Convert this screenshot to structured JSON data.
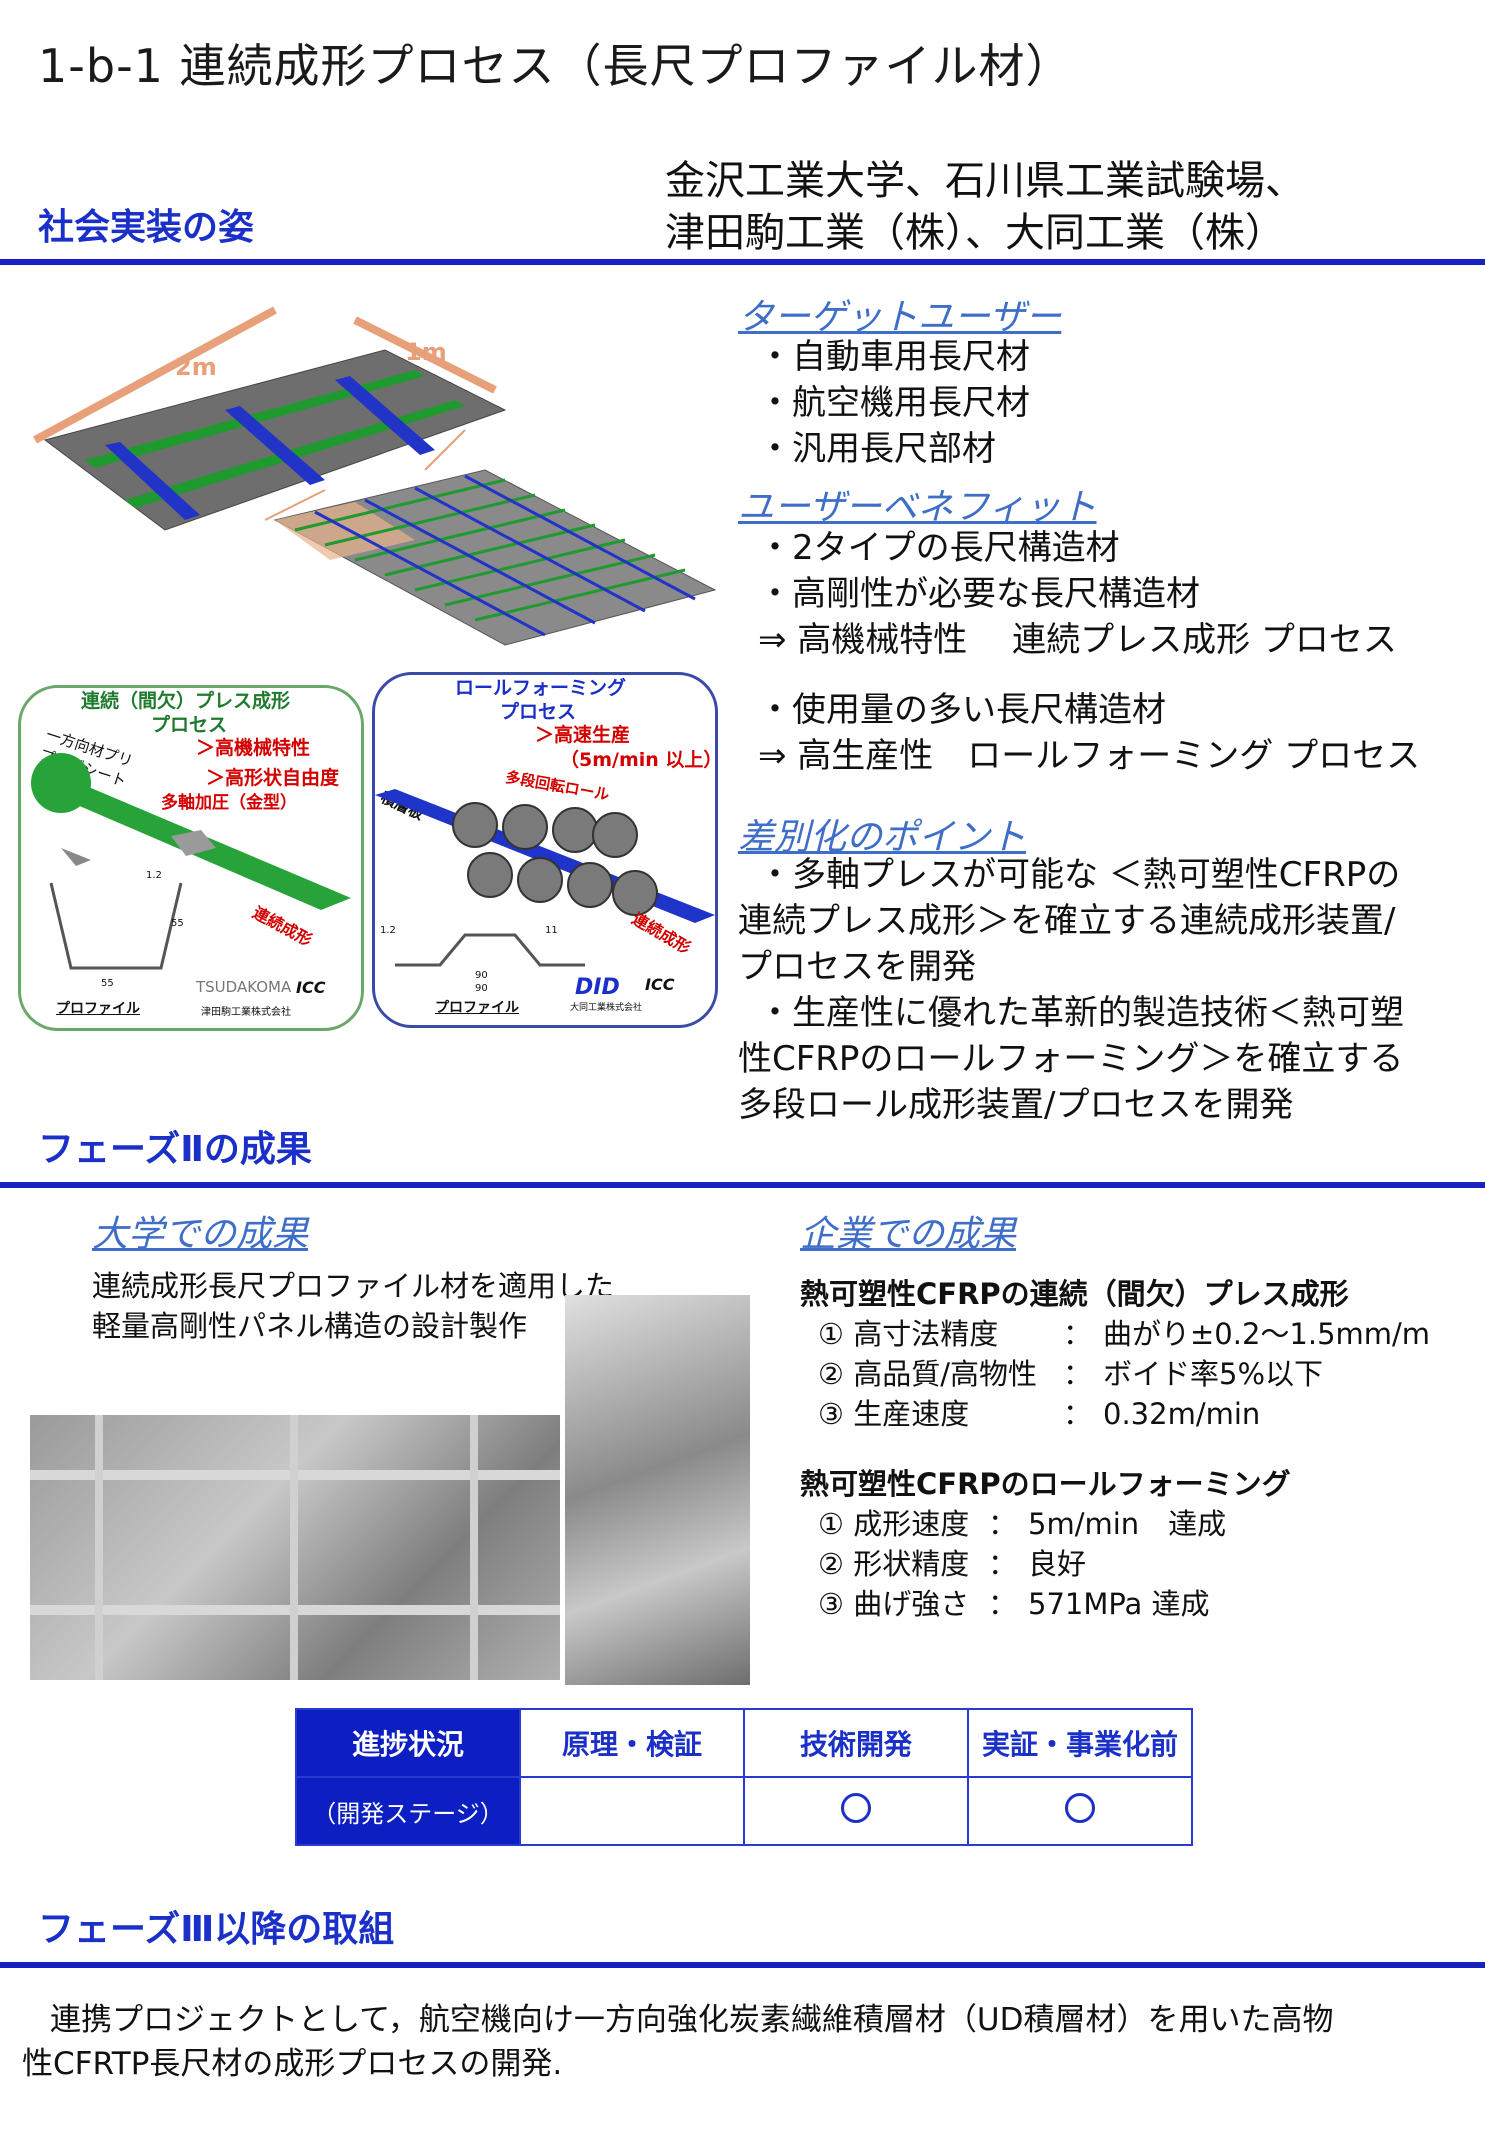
{
  "title": "1-b-1 連続成形プロセス（長尺プロファイル材）",
  "section1": {
    "heading": "社会実装の姿",
    "organizations": [
      "金沢工業大学、石川県工業試験場、",
      "津田駒工業（株）、大同工業（株）"
    ]
  },
  "target_users": {
    "heading": "ターゲットユーザー",
    "items": [
      "・自動車用長尺材",
      "・航空機用長尺材",
      "・汎用長尺部材"
    ]
  },
  "user_benefit": {
    "heading": "ユーザーベネフィット",
    "lines": [
      "・2タイプの長尺構造材",
      "・高剛性が必要な長尺構造材",
      "⇒ 高機械特性　 連続プレス成形 プロセス",
      "・使用量の多い長尺構造材",
      "⇒ 高生産性　ロールフォーミング プロセス"
    ]
  },
  "differentiation": {
    "heading": "差別化のポイント",
    "lines": [
      "・多軸プレスが可能な ＜熱可塑性CFRPの",
      "連続プレス成形＞を確立する連続成形装置/",
      "プロセスを開発",
      "・生産性に優れた革新的製造技術＜熱可塑",
      "性CFRPのロールフォーミング＞を確立する",
      "多段ロール成形装置/プロセスを開発"
    ]
  },
  "figure_top": {
    "dim_2m": "2m",
    "dim_1m": "1m"
  },
  "figure_press": {
    "title1": "連続（間欠）プレス成形",
    "title2": "プロセス",
    "prepreg": "一方向材プリプレグシート",
    "feature1": "＞高機械特性",
    "feature2": "＞高形状自由度",
    "pressure": "多軸加圧（金型）",
    "flow": "連続成形",
    "profile": "プロファイル",
    "logo1": "TSUDAKOMA",
    "logo2": "ICC",
    "company": "津田駒工業株式会社",
    "dim_a": "1.2",
    "dim_b": "55",
    "dim_c": "55"
  },
  "figure_roll": {
    "title1": "ロールフォーミング",
    "title2": "プロセス",
    "feature1": "＞高速生産",
    "feature2": "（5m/min 以上）",
    "roll": "多段回転ロール",
    "plate": "積層板",
    "flow": "連続成形",
    "profile": "プロファイル",
    "logo1": "DID",
    "logo2": "ICC",
    "company": "大同工業株式会社",
    "dim_a": "1.2",
    "dim_b": "11",
    "dim_c": "90",
    "dim_d": "90"
  },
  "section2": {
    "heading": "フェーズⅡの成果",
    "university": {
      "heading": "大学での成果",
      "lines": [
        "連続成形長尺プロファイル材を適用した",
        "軽量高剛性パネル構造の設計製作"
      ]
    },
    "company": {
      "heading": "企業での成果",
      "press_title": "熱可塑性CFRPの連続（間欠）プレス成形",
      "press_items": [
        {
          "label": "① 高寸法精度",
          "sep": "：",
          "value": "曲がり±0.2～1.5mm/m"
        },
        {
          "label": "② 高品質/高物性",
          "sep": "：",
          "value": "ボイド率5%以下"
        },
        {
          "label": "③ 生産速度",
          "sep": "：",
          "value": "0.32m/min"
        }
      ],
      "roll_title": "熱可塑性CFRPのロールフォーミング",
      "roll_items": [
        {
          "label": "① 成形速度",
          "sep": "：",
          "value": "5m/min　達成"
        },
        {
          "label": "② 形状精度",
          "sep": "：",
          "value": "良好"
        },
        {
          "label": "③ 曲げ強さ",
          "sep": "：",
          "value": "571MPa 達成"
        }
      ]
    }
  },
  "status_table": {
    "head1": "進捗状況",
    "head2": "（開発ステージ）",
    "columns": [
      "原理・検証",
      "技術開発",
      "実証・事業化前"
    ],
    "marks": [
      false,
      true,
      true
    ]
  },
  "section3": {
    "heading": "フェーズⅢ以降の取組",
    "lines": [
      "連携プロジェクトとして，航空機向け一方向強化炭素繊維積層材（UD積層材）を用いた高物",
      "性CFRTP長尺材の成形プロセスの開発."
    ]
  },
  "colors": {
    "accent": "#1a30c8",
    "rule": "#1822c0",
    "subhead": "#3f6ec9",
    "table_head": "#0d1fc2"
  }
}
